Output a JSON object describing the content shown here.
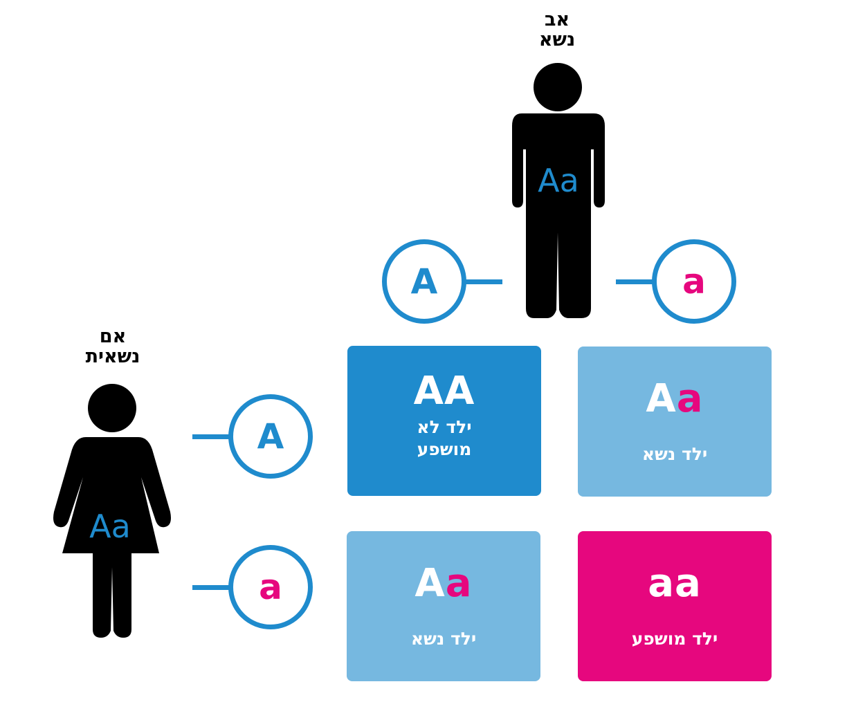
{
  "colors": {
    "blue": "#1f8bcd",
    "light_blue": "#76b8e0",
    "magenta": "#e6077e",
    "figure": "#000000",
    "white": "#ffffff"
  },
  "father": {
    "caption_line1": "אב",
    "caption_line2": "נשא",
    "genotype": "Aa",
    "icon": "male-person-icon"
  },
  "mother": {
    "caption_line1": "אם",
    "caption_line2": "נשאית",
    "genotype": "Aa",
    "icon": "female-person-icon"
  },
  "father_alleles": {
    "dominant": "A",
    "recessive": "a"
  },
  "mother_alleles": {
    "dominant": "A",
    "recessive": "a"
  },
  "cells": {
    "AA": {
      "first": "AA",
      "second": "",
      "label_line1": "ילד לא",
      "label_line2": "מושפע"
    },
    "Aa_top": {
      "first": "A",
      "second": "a",
      "label": "ילד נשא"
    },
    "Aa_bottom": {
      "first": "A",
      "second": "a",
      "label": "ילד נשא"
    },
    "aa": {
      "first": "aa",
      "second": "",
      "label": "ילד מושפע"
    }
  }
}
